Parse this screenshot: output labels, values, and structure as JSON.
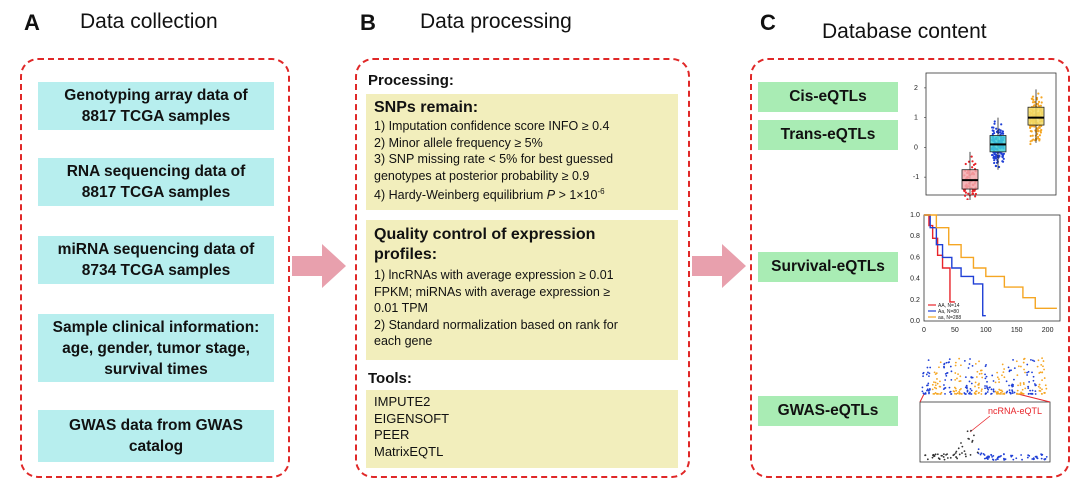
{
  "panels": {
    "a": {
      "letter": "A",
      "title": "Data collection"
    },
    "b": {
      "letter": "B",
      "title": "Data processing"
    },
    "c": {
      "letter": "C",
      "title": "Database content"
    }
  },
  "collection": [
    "Genotyping array data of\n8817 TCGA samples",
    "RNA sequencing data of\n8817 TCGA samples",
    "miRNA sequencing data of\n8734 TCGA samples",
    "Sample clinical information:\nage, gender, tumor stage,\nsurvival times",
    "GWAS data from GWAS\ncatalog"
  ],
  "processing": {
    "heading": "Processing:",
    "snps": {
      "title": "SNPs remain:",
      "items": [
        "1) Imputation confidence score INFO ≥ 0.4",
        "2) Minor allele frequency ≥ 5%",
        "3) SNP missing rate < 5% for best guessed",
        "genotypes at posterior probability ≥ 0.9"
      ],
      "hwe_prefix": "4) Hardy-Weinberg equilibrium ",
      "hwe_p": "P",
      "hwe_value": " > 1×10",
      "hwe_exp": "-6"
    },
    "qc": {
      "title": "Quality control of expression\nprofiles:",
      "items": [
        "1) lncRNAs with average expression ≥ 0.01",
        "FPKM; miRNAs with average expression ≥",
        "0.01 TPM",
        "2) Standard normalization based on rank for",
        "each gene"
      ]
    },
    "tools_heading": "Tools:",
    "tools": [
      "IMPUTE2",
      "EIGENSOFT",
      "PEER",
      "MatrixEQTL"
    ]
  },
  "content": {
    "labels": [
      "Cis-eQTLs",
      "Trans-eQTLs",
      "Survival-eQTLs",
      "GWAS-eQTLs"
    ],
    "boxplot": {
      "y_ticks": [
        "2",
        "1",
        "0",
        "-1"
      ],
      "colors": [
        "#e8242a",
        "#1f3fd6",
        "#f5a623"
      ],
      "box_fills": [
        "#f3a9ad",
        "#3fd0d8",
        "#f2dd6a"
      ],
      "medians": [
        -1.1,
        0.1,
        1.0
      ],
      "q1": [
        -1.4,
        -0.15,
        0.75
      ],
      "q3": [
        -0.75,
        0.4,
        1.35
      ],
      "ylim": [
        -1.6,
        2.5
      ]
    },
    "survival": {
      "y_ticks": [
        "1.0",
        "0.8",
        "0.6",
        "0.4",
        "0.2",
        "0.0"
      ],
      "x_ticks": [
        "0",
        "50",
        "100",
        "150",
        "200"
      ],
      "legend": [
        "AA, N=14",
        "Aa, N=80",
        "aa, N=288"
      ],
      "colors": [
        "#e8242a",
        "#1f3fd6",
        "#f5a623"
      ],
      "xlim": [
        0,
        220
      ],
      "ylim": [
        0,
        1
      ]
    },
    "gwas": {
      "annotation": "ncRNA-eQTL",
      "colors": [
        "#1f3fd6",
        "#f5a623"
      ]
    }
  },
  "colors": {
    "dash": "#e02828",
    "arrow": "#e8a0ad",
    "cyan": "#b7eeee",
    "yellow": "#f2eebc",
    "green": "#a9ecb4"
  }
}
